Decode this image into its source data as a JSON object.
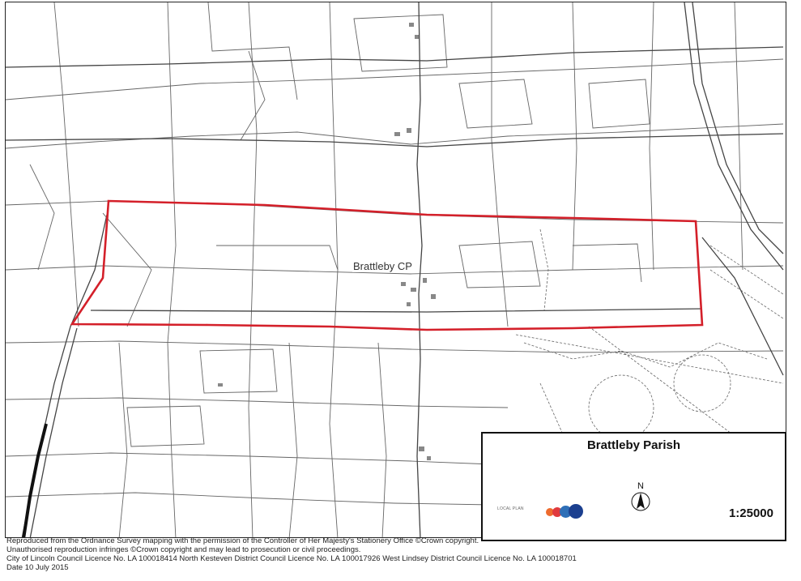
{
  "map": {
    "place_label": "Brattleby CP"
  },
  "legend": {
    "title": "Brattleby Parish",
    "logo_text": "LOCAL PLAN",
    "logo_colors": [
      "#f2b233",
      "#ee6b2d",
      "#e03a3e",
      "#2e6fb7",
      "#1b3f8f"
    ],
    "north_label": "N",
    "scale": "1:25000"
  },
  "footer": {
    "line1": "Reproduced from the Ordnance Survey mapping with the permission of the Controller of Her Majesty's Stationery Office ©Crown copyright.",
    "line2": "Unauthorised reproduction infringes ©Crown copyright and may lead to prosecution or civil proceedings.",
    "line3": "City of Lincoln Council Licence No. LA 100018414 North Kesteven District Council Licence No. LA 100017926 West Lindsey District Council Licence No. LA 100018701",
    "line4": "Date 10 July 2015"
  },
  "colors": {
    "boundary": "#d4202a",
    "linework": "#555555"
  }
}
